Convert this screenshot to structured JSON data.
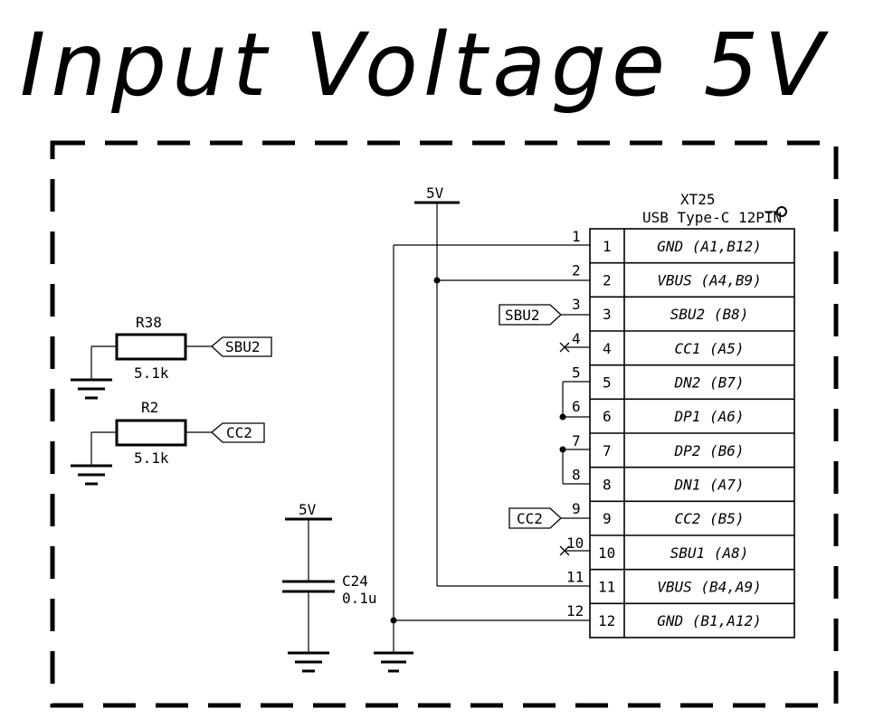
{
  "title": "Input Voltage 5V",
  "connector": {
    "designator": "XT25",
    "value": "USB Type-C 12PIN",
    "pins": [
      {
        "num": "1",
        "name": "GND (A1,B12)"
      },
      {
        "num": "2",
        "name": "VBUS (A4,B9)"
      },
      {
        "num": "3",
        "name": "SBU2 (B8)"
      },
      {
        "num": "4",
        "name": "CC1 (A5)"
      },
      {
        "num": "5",
        "name": "DN2 (B7)"
      },
      {
        "num": "6",
        "name": "DP1 (A6)"
      },
      {
        "num": "7",
        "name": "DP2 (B6)"
      },
      {
        "num": "8",
        "name": "DN1 (A7)"
      },
      {
        "num": "9",
        "name": "CC2 (B5)"
      },
      {
        "num": "10",
        "name": "SBU1 (A8)"
      },
      {
        "num": "11",
        "name": "VBUS (B4,A9)"
      },
      {
        "num": "12",
        "name": "GND (B1,A12)"
      }
    ]
  },
  "power": {
    "label": "5V"
  },
  "resistors": [
    {
      "designator": "R38",
      "value": "5.1k",
      "net": "SBU2"
    },
    {
      "designator": "R2",
      "value": "5.1k",
      "net": "CC2"
    }
  ],
  "capacitor": {
    "designator": "C24",
    "value": "0.1u"
  },
  "net_labels": {
    "sbu2": "SBU2",
    "cc2": "CC2"
  }
}
